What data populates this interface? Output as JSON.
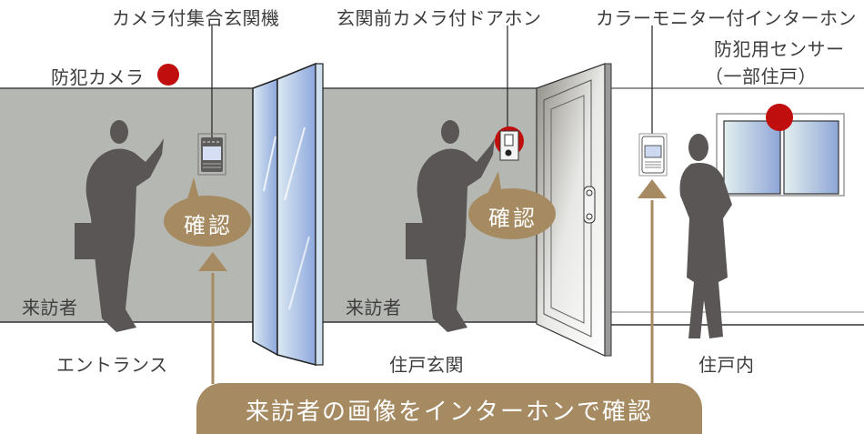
{
  "diagram": {
    "title_labels": {
      "entrance_intercom": "カメラ付集合玄関機",
      "door_phone": "玄関前カメラ付ドアホン",
      "color_monitor": "カラーモニター付インターホン",
      "security_sensor_line1": "防犯用センサー",
      "security_sensor_line2": "（一部住戸）",
      "security_camera": "防犯カメラ"
    },
    "zones": {
      "entrance": "エントランス",
      "unit_entrance": "住戸玄関",
      "unit_inside": "住戸内"
    },
    "visitor_labels": [
      "来訪者",
      "来訪者"
    ],
    "bubbles": [
      "確認",
      "確認"
    ],
    "banner": "来訪者の画像をインターホンで確認",
    "colors": {
      "wall": "#b5b7b2",
      "silhouette": "#5a5656",
      "accent_tan": "#a68b62",
      "sensor_red": "#c00d0d",
      "glass_blue": "#a9bde3",
      "line": "#333333"
    }
  }
}
